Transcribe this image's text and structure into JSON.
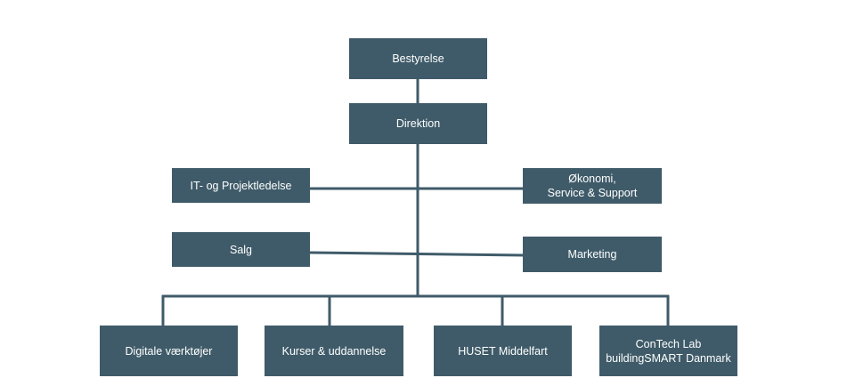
{
  "org_chart": {
    "board": "Bestyrelse",
    "executive": "Direktion",
    "staff_left": [
      "IT- og Projektledelse",
      "Salg"
    ],
    "staff_right": [
      "Økonomi,\nService & Support",
      "Marketing"
    ],
    "divisions": [
      "Digitale værktøjer",
      "Kurser & uddannelse",
      "HUSET Middelfart",
      "ConTech Lab\nbuildingSMART Danmark"
    ]
  },
  "colors": {
    "box": "#3f5b69",
    "line": "#3f5b69",
    "text": "#ffffff"
  }
}
